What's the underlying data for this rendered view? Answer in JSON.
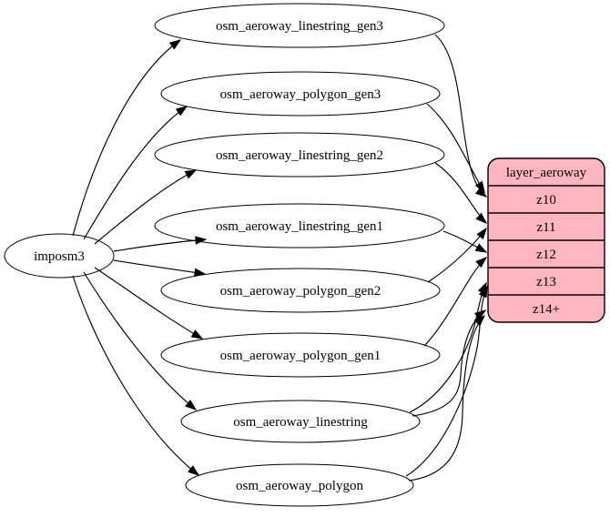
{
  "diagram": {
    "source": {
      "label": "imposm3"
    },
    "tables": [
      {
        "label": "osm_aeroway_linestring_gen3"
      },
      {
        "label": "osm_aeroway_polygon_gen3"
      },
      {
        "label": "osm_aeroway_linestring_gen2"
      },
      {
        "label": "osm_aeroway_linestring_gen1"
      },
      {
        "label": "osm_aeroway_polygon_gen2"
      },
      {
        "label": "osm_aeroway_polygon_gen1"
      },
      {
        "label": "osm_aeroway_linestring"
      },
      {
        "label": "osm_aeroway_polygon"
      }
    ],
    "layer": {
      "title": "layer_aeroway",
      "rows": [
        "z10",
        "z11",
        "z12",
        "z13",
        "z14+"
      ]
    },
    "colors": {
      "table_fill": "#ffffff",
      "layer_fill": "#ffb6c1",
      "stroke": "#000000",
      "edge": "#000000",
      "background": "#ffffff"
    },
    "edges": [
      {
        "from": "imposm3",
        "to": "osm_aeroway_linestring_gen3"
      },
      {
        "from": "imposm3",
        "to": "osm_aeroway_polygon_gen3"
      },
      {
        "from": "imposm3",
        "to": "osm_aeroway_linestring_gen2"
      },
      {
        "from": "imposm3",
        "to": "osm_aeroway_linestring_gen1"
      },
      {
        "from": "imposm3",
        "to": "osm_aeroway_polygon_gen2"
      },
      {
        "from": "imposm3",
        "to": "osm_aeroway_polygon_gen1"
      },
      {
        "from": "imposm3",
        "to": "osm_aeroway_linestring"
      },
      {
        "from": "imposm3",
        "to": "osm_aeroway_polygon"
      },
      {
        "from": "osm_aeroway_linestring_gen3",
        "to": "z10"
      },
      {
        "from": "osm_aeroway_polygon_gen3",
        "to": "z10"
      },
      {
        "from": "osm_aeroway_linestring_gen2",
        "to": "z11"
      },
      {
        "from": "osm_aeroway_polygon_gen2",
        "to": "z11"
      },
      {
        "from": "osm_aeroway_linestring_gen1",
        "to": "z12"
      },
      {
        "from": "osm_aeroway_polygon_gen1",
        "to": "z12"
      },
      {
        "from": "osm_aeroway_linestring",
        "to": "z13"
      },
      {
        "from": "osm_aeroway_polygon",
        "to": "z13"
      },
      {
        "from": "osm_aeroway_linestring",
        "to": "z14+"
      },
      {
        "from": "osm_aeroway_polygon",
        "to": "z14+"
      }
    ]
  }
}
